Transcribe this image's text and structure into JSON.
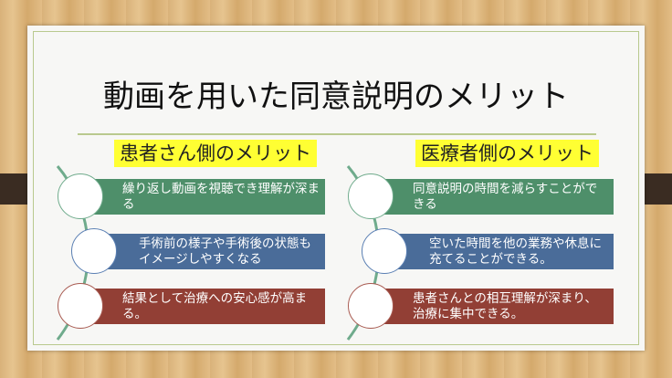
{
  "title": "動画を用いた同意説明のメリット",
  "colors": {
    "green": "#4e8f6a",
    "blue": "#4a6c99",
    "red": "#923f35",
    "highlight": "#ffff33"
  },
  "columns": [
    {
      "heading": "患者さん側のメリット",
      "items": [
        "繰り返し動画を視聴でき理解が深まる",
        "手術前の様子や手術後の状態もイメージしやすくなる",
        "結果として治療への安心感が高まる。"
      ]
    },
    {
      "heading": "医療者側のメリット",
      "items": [
        "同意説明の時間を減らすことができる",
        "空いた時間を他の業務や休息に充てることができる。",
        "患者さんとの相互理解が深まり、治療に集中できる。"
      ]
    }
  ]
}
